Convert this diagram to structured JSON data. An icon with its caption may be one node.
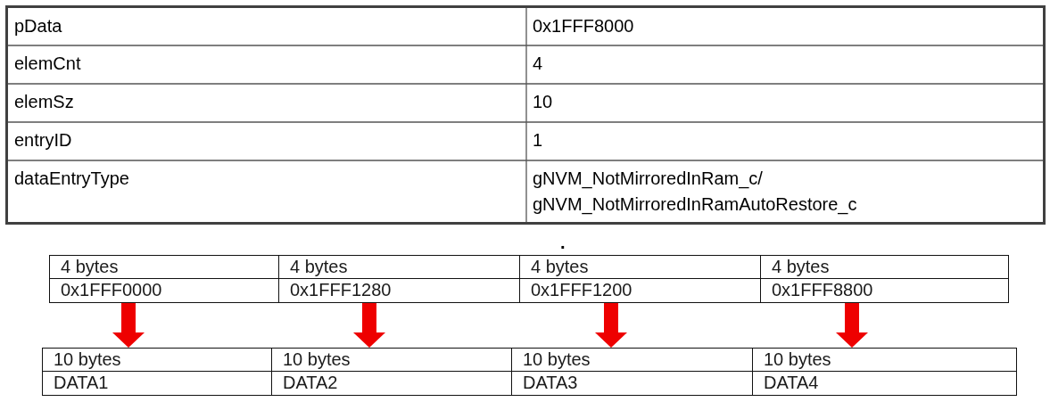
{
  "diagram": {
    "nodes": [
      {
        "text": [
          "4 bytes",
          "0x1FFF0000"
        ]
      },
      {
        "text": [
          "4 bytes",
          "0x1FFF1280"
        ]
      },
      {
        "text": [
          "4 bytes",
          "0x1FFF1200"
        ]
      },
      {
        "text": [
          "4 bytes",
          "0x1FFF8800"
        ]
      },
      {
        "text": [
          "10 bytes",
          "DATA1"
        ]
      },
      {
        "text": [
          "10 bytes",
          "DATA2"
        ]
      },
      {
        "text": [
          "10 bytes",
          "DATA3"
        ]
      },
      {
        "text": [
          "10 bytes",
          "DATA4"
        ]
      }
    ],
    "edges": [
      {
        "from": 0,
        "to": 4,
        "arrow": "to"
      },
      {
        "from": 1,
        "to": 5,
        "arrow": "to"
      },
      {
        "from": 2,
        "to": 6,
        "arrow": "to"
      },
      {
        "from": 3,
        "to": 7,
        "arrow": "to"
      }
    ],
    "labels": [
      "pData",
      "0x1FFF8000",
      "elemCnt",
      "4",
      "elemSz",
      "10",
      "entryID",
      "1",
      "dataEntryType",
      "gNVM_NotMirroredInRam_c/ gNVM_NotMirroredInRamAutoRestore_c",
      "."
    ]
  }
}
